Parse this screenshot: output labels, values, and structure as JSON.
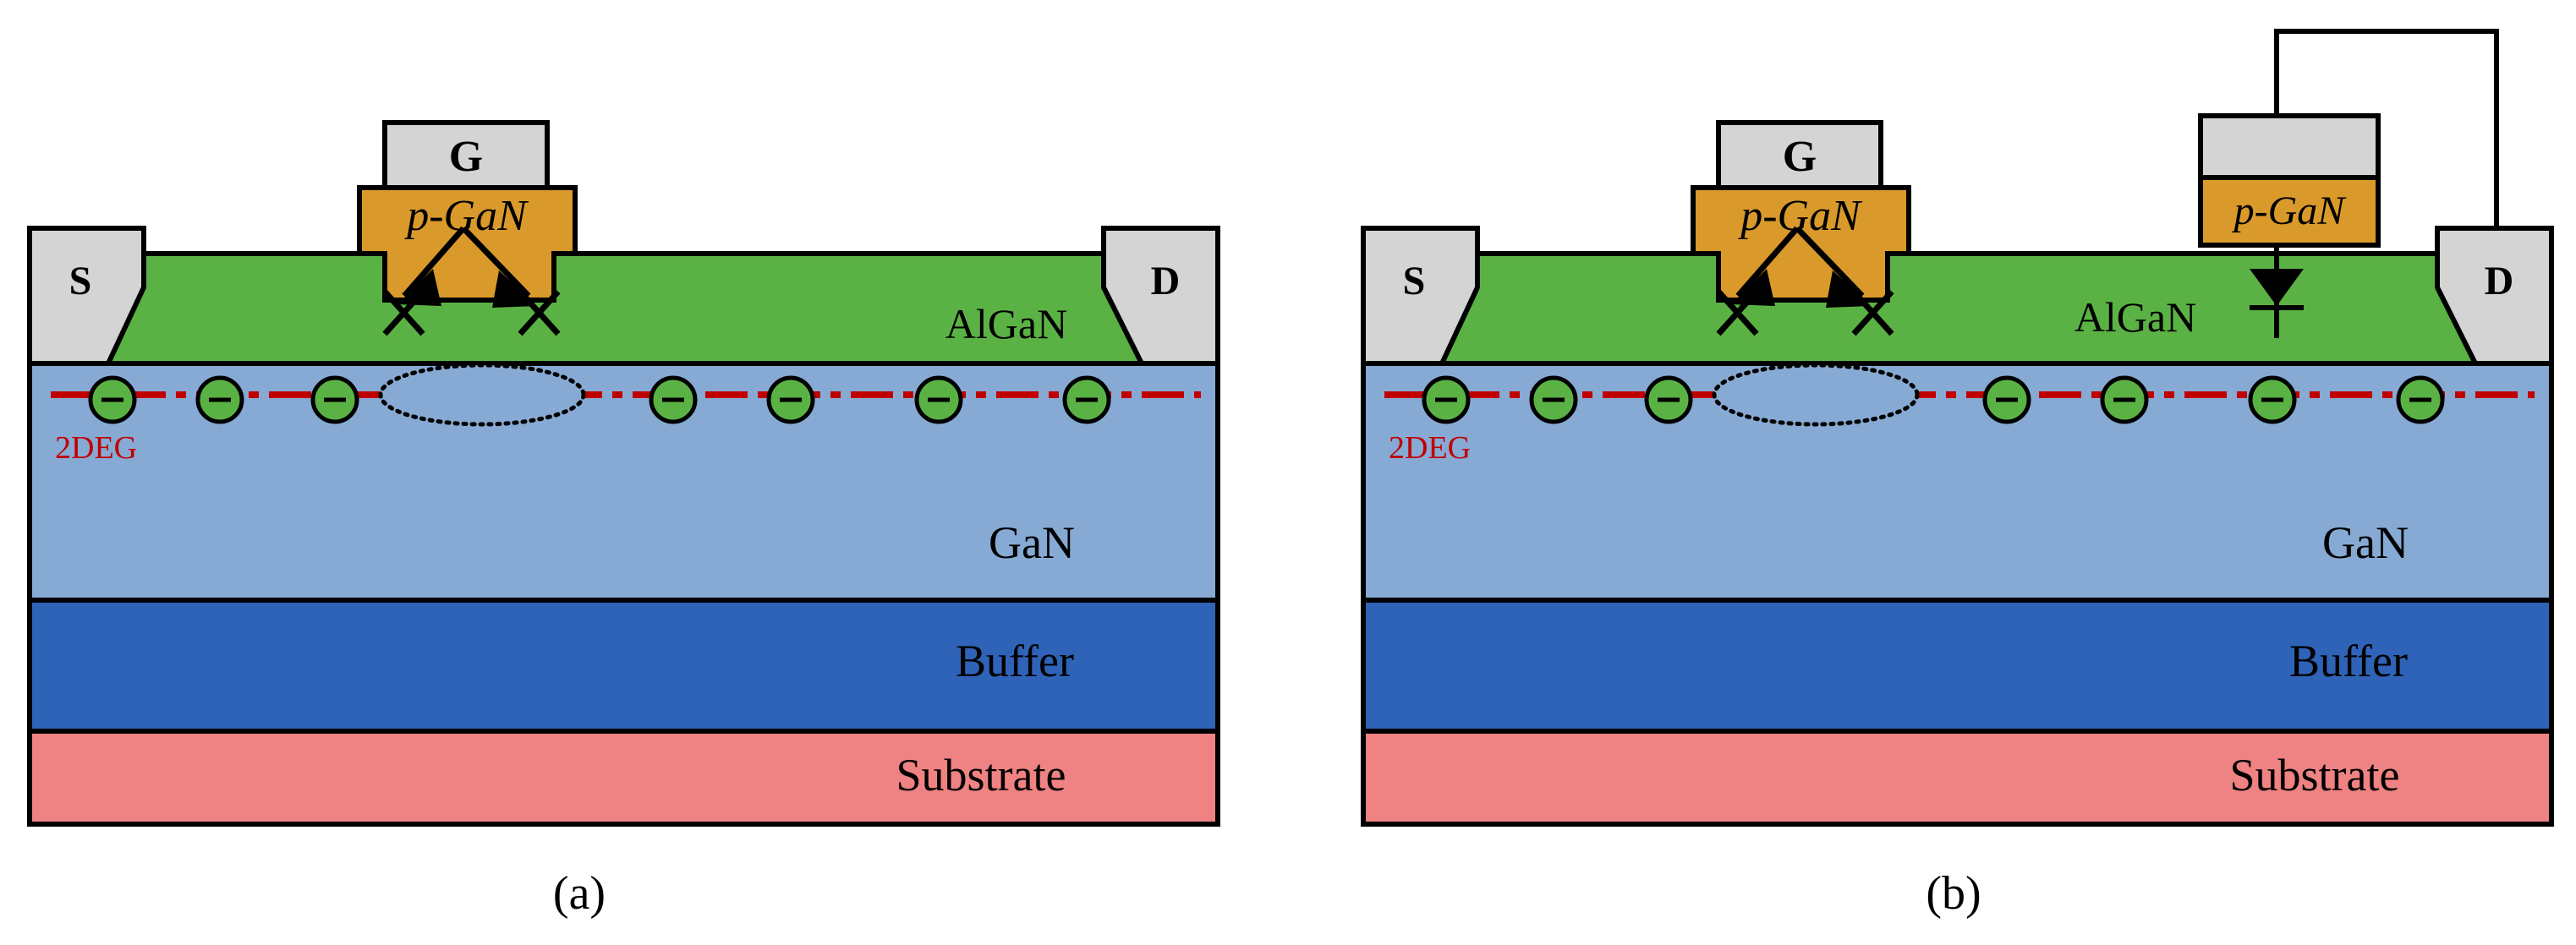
{
  "colors": {
    "algan": "#5bb244",
    "gan": "#87aad4",
    "buffer": "#2f63b8",
    "substrate": "#ef8282",
    "pgan": "#d99a2b",
    "metal": "#d4d4d4",
    "deg_line": "#c00000",
    "electron": "#5bb244",
    "outline": "#000000"
  },
  "panel_a": {
    "source_label": "S",
    "drain_label": "D",
    "gate_label": "G",
    "pgan_label": "p-GaN",
    "algan_label": "AlGaN",
    "deg_label": "2DEG",
    "gan_label": "GaN",
    "buffer_label": "Buffer",
    "substrate_label": "Substrate",
    "caption": "(a)"
  },
  "panel_b": {
    "source_label": "S",
    "drain_label": "D",
    "gate_label": "G",
    "pgan_label": "p-GaN",
    "pgan_drain_label": "p-GaN",
    "algan_label": "AlGaN",
    "deg_label": "2DEG",
    "gan_label": "GaN",
    "buffer_label": "Buffer",
    "substrate_label": "Substrate",
    "caption": "(b)"
  },
  "icons": {
    "electron": "electron-minus-icon",
    "diode": "diode-icon",
    "cross": "cross-icon"
  }
}
